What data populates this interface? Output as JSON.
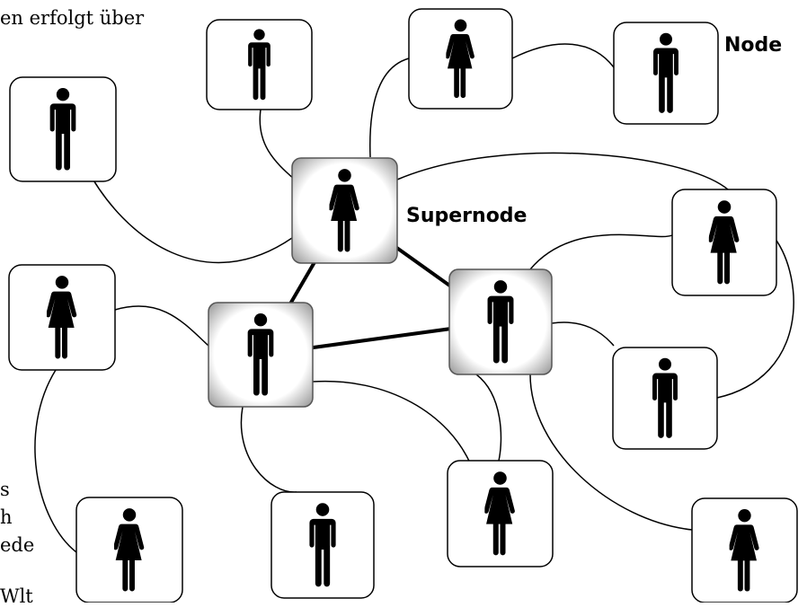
{
  "labels": {
    "node": "Node",
    "supernode": "Supernode"
  },
  "background_text": {
    "top_line": "en erfolgt über",
    "left_line_1": "s",
    "left_line_2": "h",
    "left_line_3": "ede",
    "left_line_4": "Wlt"
  },
  "nodes": [
    {
      "id": "n1",
      "kind": "node",
      "gender": "male",
      "icon": "man-icon"
    },
    {
      "id": "n2",
      "kind": "node",
      "gender": "female",
      "icon": "woman-icon"
    },
    {
      "id": "n3",
      "kind": "node",
      "gender": "male",
      "icon": "man-icon"
    },
    {
      "id": "n4",
      "kind": "node",
      "gender": "male",
      "icon": "man-icon"
    },
    {
      "id": "n5",
      "kind": "node",
      "gender": "female",
      "icon": "woman-icon"
    },
    {
      "id": "n6",
      "kind": "node",
      "gender": "female",
      "icon": "woman-icon"
    },
    {
      "id": "n7",
      "kind": "node",
      "gender": "male",
      "icon": "man-icon"
    },
    {
      "id": "n8",
      "kind": "node",
      "gender": "female",
      "icon": "woman-icon"
    },
    {
      "id": "n9",
      "kind": "node",
      "gender": "male",
      "icon": "man-icon"
    },
    {
      "id": "n10",
      "kind": "node",
      "gender": "female",
      "icon": "woman-icon"
    },
    {
      "id": "n11",
      "kind": "node",
      "gender": "female",
      "icon": "woman-icon"
    },
    {
      "id": "s1",
      "kind": "supernode",
      "gender": "female",
      "icon": "woman-icon"
    },
    {
      "id": "s2",
      "kind": "supernode",
      "gender": "male",
      "icon": "man-icon"
    },
    {
      "id": "s3",
      "kind": "supernode",
      "gender": "male",
      "icon": "man-icon"
    }
  ],
  "supernode_links": [
    [
      "s1",
      "s2"
    ],
    [
      "s1",
      "s3"
    ],
    [
      "s2",
      "s3"
    ]
  ],
  "node_links": [
    [
      "n1",
      "s1"
    ],
    [
      "n2",
      "s1"
    ],
    [
      "n2",
      "n3"
    ],
    [
      "n4",
      "s1"
    ],
    [
      "n5",
      "s2"
    ],
    [
      "n5",
      "n8"
    ],
    [
      "s2",
      "n9"
    ],
    [
      "s2",
      "n10"
    ],
    [
      "s1",
      "n6"
    ],
    [
      "s3",
      "n6"
    ],
    [
      "n6",
      "n7"
    ],
    [
      "s3",
      "n7"
    ],
    [
      "s3",
      "n10"
    ],
    [
      "s3",
      "n11"
    ]
  ],
  "colors": {
    "stroke": "#000000",
    "node_fill": "#ffffff",
    "supernode_light": "#ffffff",
    "supernode_dark": "#8c8c8c",
    "figure": "#000000"
  }
}
